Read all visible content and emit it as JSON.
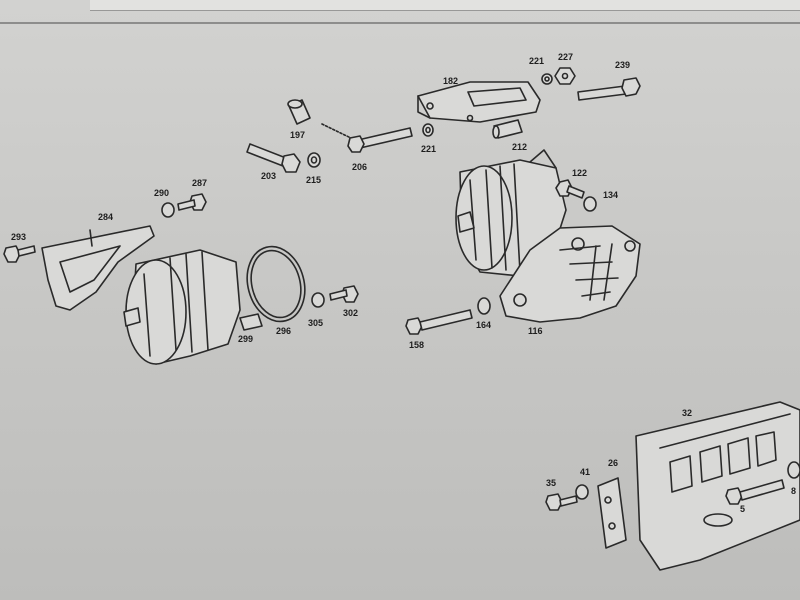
{
  "labels": {
    "l182": "182",
    "l221a": "221",
    "l227": "227",
    "l239": "239",
    "l197": "197",
    "l221b": "221",
    "l212": "212",
    "l206": "206",
    "l203": "203",
    "l215": "215",
    "l122": "122",
    "l134": "134",
    "l290": "290",
    "l287": "287",
    "l284": "284",
    "l293": "293",
    "l299": "299",
    "l296": "296",
    "l305": "305",
    "l302": "302",
    "l158": "158",
    "l164": "164",
    "l116": "116",
    "l32": "32",
    "l41": "41",
    "l26": "26",
    "l35": "35",
    "l5": "5",
    "l8": "8"
  },
  "colors": {
    "paper": "#c9c9c7",
    "ink": "#2a2a2a"
  }
}
